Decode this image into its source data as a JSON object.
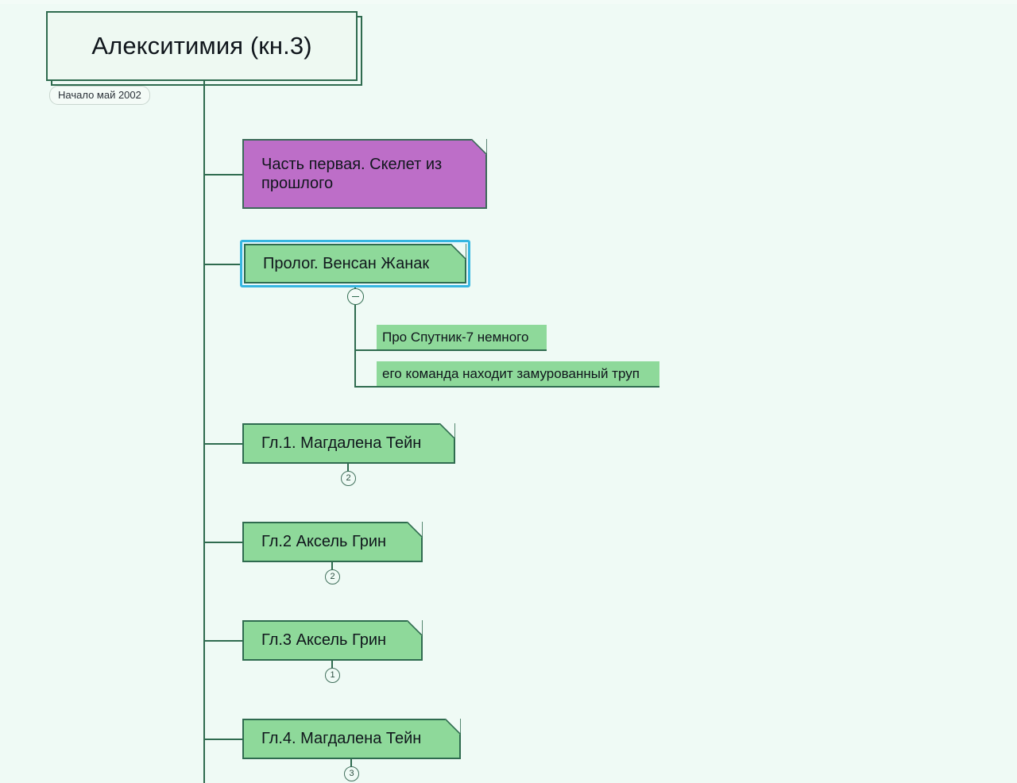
{
  "canvas": {
    "background_color": "#effaf5",
    "line_color": "#2f6b4f",
    "accent_selection_color": "#36b6e0"
  },
  "root": {
    "title": "Алекситимия (кн.3)",
    "date_label": "Начало май 2002",
    "fill_color": "#eef9f2"
  },
  "branches": [
    {
      "id": "part-one",
      "label": "Часть первая. Скелет из прошлого",
      "style": "purple",
      "fill_color": "#bd6ec8",
      "badge": null,
      "selected": false,
      "dogear": true
    },
    {
      "id": "prolog",
      "label": "Пролог. Венсан Жанак",
      "style": "green",
      "fill_color": "#8ed99a",
      "badge": null,
      "selected": true,
      "dogear": true,
      "toggle": "collapse-minus",
      "children": [
        {
          "id": "child-sputnik",
          "label": "Про Спутник-7 немного"
        },
        {
          "id": "child-trup",
          "label": "его команда находит замурованный труп"
        }
      ]
    },
    {
      "id": "chapter-1",
      "label": "Гл.1. Магдалена Тейн",
      "style": "green",
      "fill_color": "#8ed99a",
      "badge": "2",
      "selected": false,
      "dogear": true
    },
    {
      "id": "chapter-2",
      "label": "Гл.2 Аксель Грин",
      "style": "green",
      "fill_color": "#8ed99a",
      "badge": "2",
      "selected": false,
      "dogear": true
    },
    {
      "id": "chapter-3",
      "label": "Гл.3 Аксель Грин",
      "style": "green",
      "fill_color": "#8ed99a",
      "badge": "1",
      "selected": false,
      "dogear": true
    },
    {
      "id": "chapter-4",
      "label": "Гл.4. Магдалена Тейн",
      "style": "green",
      "fill_color": "#8ed99a",
      "badge": "3",
      "selected": false,
      "dogear": true
    }
  ]
}
